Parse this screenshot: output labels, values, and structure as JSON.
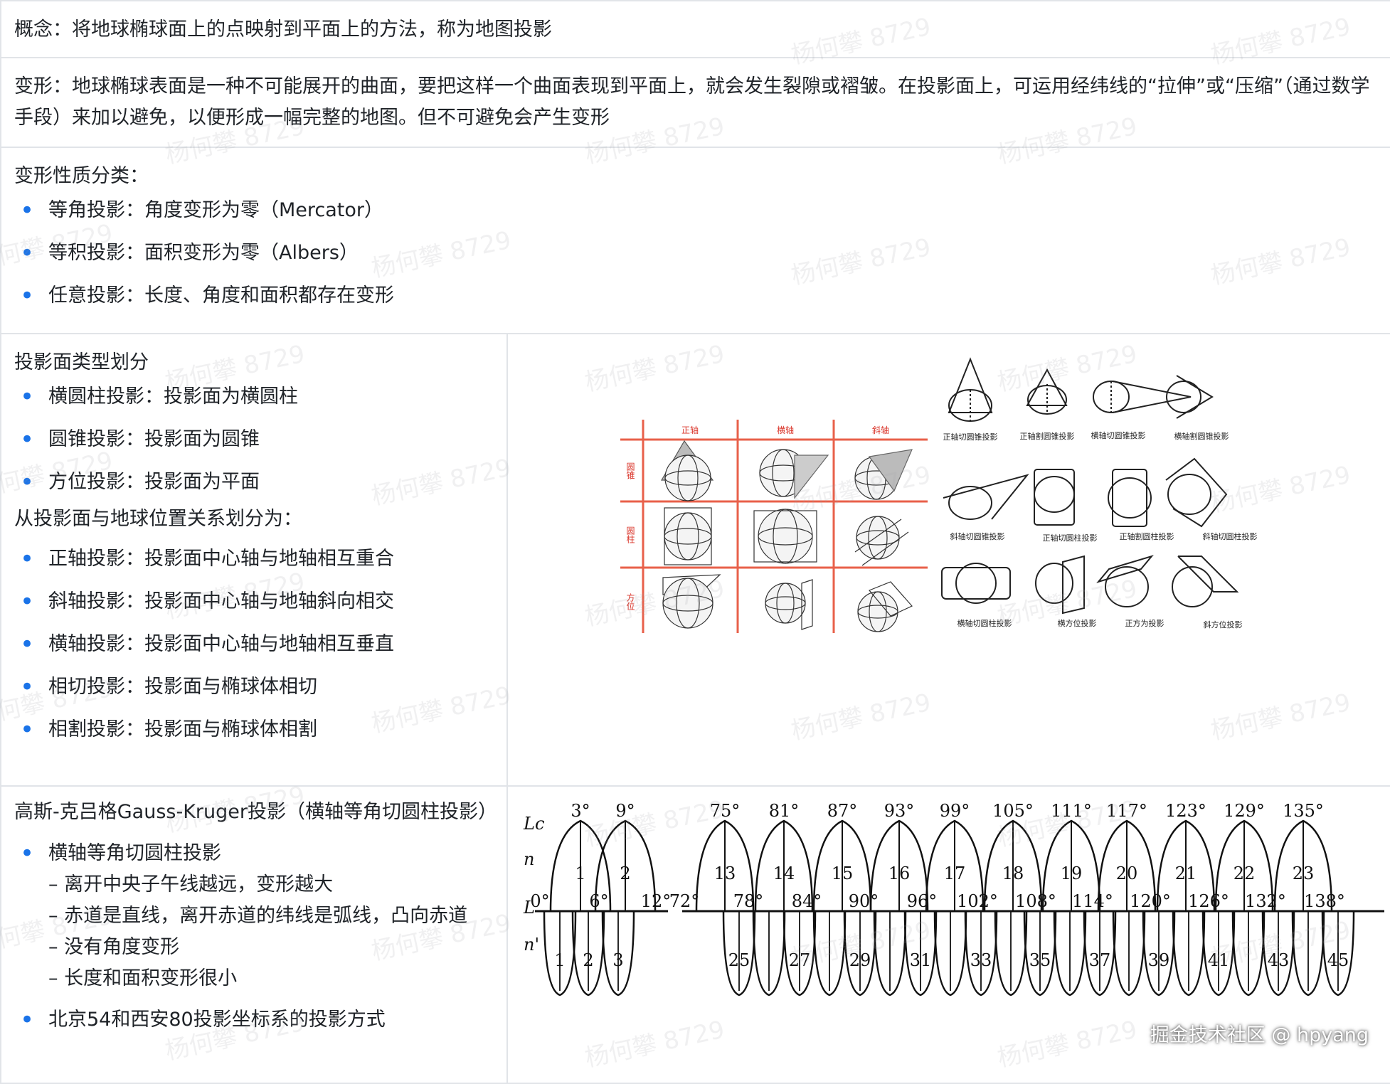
{
  "rows": {
    "concept": "概念：将地球椭球面上的点映射到平面上的方法，称为地图投影",
    "deform": "变形：地球椭球表面是一种不可能展开的曲面，要把这样一个曲面表现到平面上，就会发生裂隙或褶皱。在投影面上，可运用经纬线的“拉伸”或“压缩”（通过数学手段）来加以避免，以便形成一幅完整的地图。但不可避免会产生变形",
    "classify": {
      "title": "变形性质分类：",
      "items": [
        "等角投影：角度变形为零（Mercator）",
        "等积投影：面积变形为零（Albers）",
        "任意投影：长度、角度和面积都存在变形"
      ]
    },
    "surface": {
      "title": "投影面类型划分",
      "items": [
        "横圆柱投影：投影面为横圆柱",
        "圆锥投影：投影面为圆锥",
        "方位投影：投影面为平面"
      ],
      "title2": "从投影面与地球位置关系划分为：",
      "items2": [
        "正轴投影：投影面中心轴与地轴相互重合",
        "斜轴投影：投影面中心轴与地轴斜向相交",
        "横轴投影：投影面中心轴与地轴相互垂直",
        "相切投影：投影面与椭球体相切",
        "相割投影：投影面与椭球体相割"
      ]
    },
    "gauss": {
      "title": "高斯-克吕格Gauss-Kruger投影（横轴等角切圆柱投影）",
      "item1": "横轴等角切圆柱投影",
      "subs": [
        "– 离开中央子午线越远，变形越大",
        "– 赤道是直线，离开赤道的纬线是弧线，凸向赤道",
        "– 没有角度变形",
        "– 长度和面积变形很小"
      ],
      "item2": "北京54和西安80投影坐标系的投影方式"
    }
  },
  "grid_figure": {
    "cols": [
      "正轴",
      "横轴",
      "斜轴"
    ],
    "rows": [
      "圆锥",
      "圆柱",
      "方位"
    ]
  },
  "shapes_figure": {
    "labels": [
      "正轴切圆锥投影",
      "正轴割圆锥投影",
      "横轴切圆锥投影",
      "横轴割圆锥投影",
      "斜轴切圆锥投影",
      "正轴切圆柱投影",
      "正轴割圆柱投影",
      "斜轴切圆柱投影",
      "横轴切圆柱投影",
      "横方位投影",
      "正方为投影",
      "斜方位投影"
    ]
  },
  "zone_figure": {
    "left_labels": [
      "Lc",
      "n",
      "L",
      "n'"
    ],
    "top_degrees": [
      "3°",
      "9°",
      "75°",
      "81°",
      "87°",
      "93°",
      "99°",
      "105°",
      "111°",
      "117°",
      "123°",
      "129°",
      "135°"
    ],
    "top_zones": [
      "1",
      "2",
      "13",
      "14",
      "15",
      "16",
      "17",
      "18",
      "19",
      "20",
      "21",
      "22",
      "23"
    ],
    "equator_degrees": [
      "0°",
      "6°",
      "12°",
      "72°",
      "78°",
      "84°",
      "90°",
      "96°",
      "102°",
      "108°",
      "114°",
      "120°",
      "126°",
      "132°",
      "138°"
    ],
    "bottom_zones": [
      "1",
      "2",
      "3",
      "25",
      "27",
      "29",
      "31",
      "33",
      "35",
      "37",
      "39",
      "41",
      "43",
      "45"
    ]
  },
  "credit": "掘金技术社区 @ hpyang",
  "watermark": "杨何攀 8729"
}
